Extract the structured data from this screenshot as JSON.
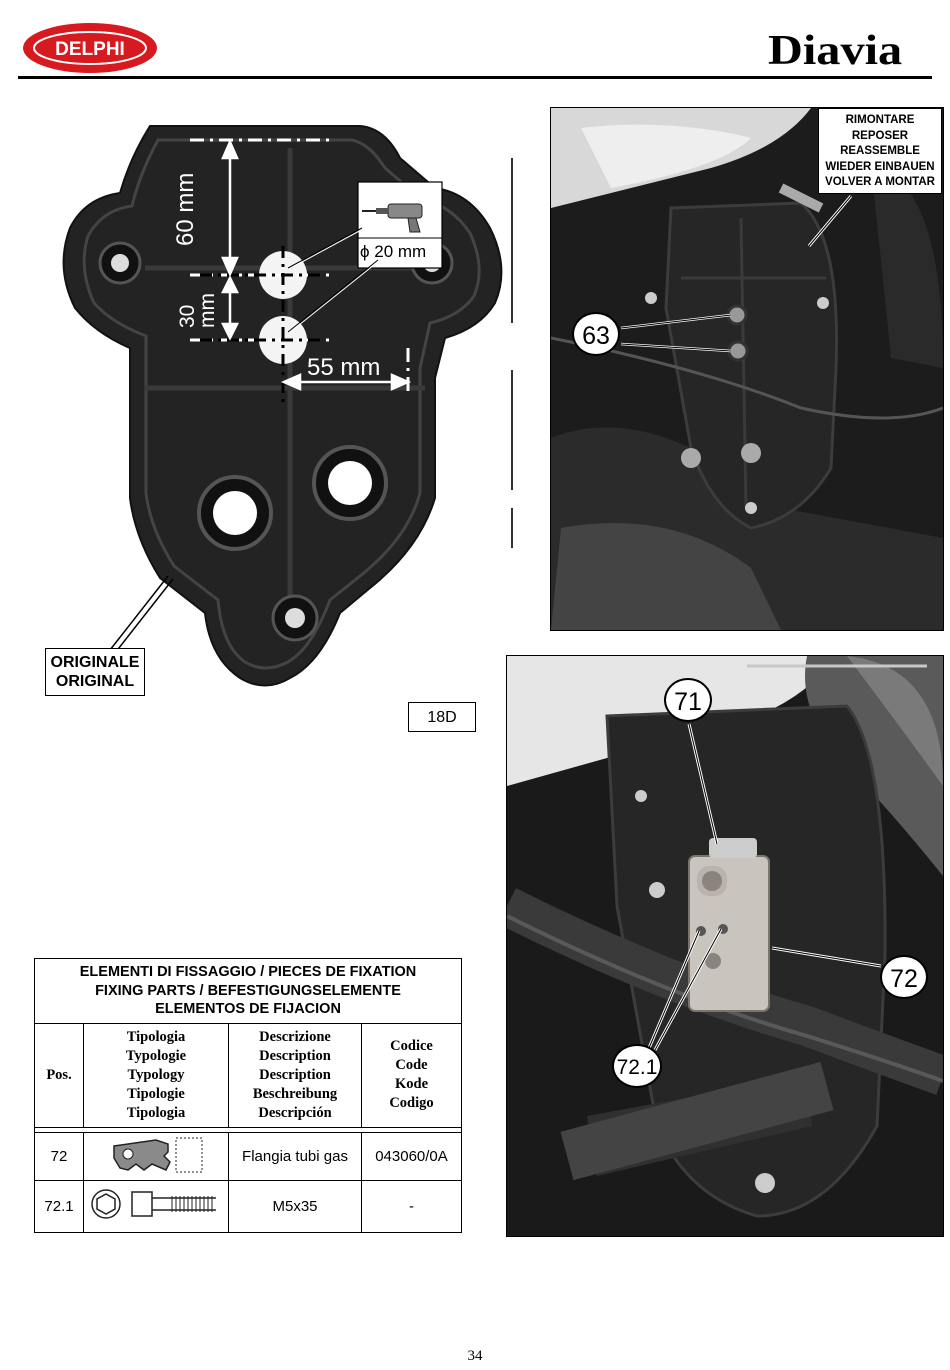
{
  "header": {
    "delphi_logo_text": "DELPHI",
    "diavia_logo_text": "Diavia"
  },
  "figure": {
    "dim_60": "60 mm",
    "dim_30": "30 mm",
    "dim_55": "55 mm",
    "drill_hole": "ϕ 20 mm",
    "originale_line1": "ORIGINALE",
    "originale_line2": "ORIGINAL",
    "ref": "18D"
  },
  "callouts": {
    "rimontare": [
      "RIMONTARE",
      "REPOSER",
      "REASSEMBLE",
      "WIEDER EINBAUEN",
      "VOLVER A MONTAR"
    ],
    "c63": "63",
    "c71": "71",
    "c72": "72",
    "c721": "72.1"
  },
  "table": {
    "title_line1": "ELEMENTI DI FISSAGGIO / PIECES DE FIXATION",
    "title_line2": "FIXING PARTS / BEFESTIGUNGSELEMENTE",
    "title_line3": "ELEMENTOS DE FIJACION",
    "col_pos": "Pos.",
    "col_tipologia": [
      "Tipologia",
      "Typologie",
      "Typology",
      "Tipologie",
      "Tipologia"
    ],
    "col_descrizione": [
      "Descrizione",
      "Description",
      "Description",
      "Beschreibung",
      "Descripción"
    ],
    "col_codice": [
      "Codice",
      "Code",
      "Kode",
      "Codigo"
    ],
    "rows": [
      {
        "pos": "72",
        "descrizione": "Flangia tubi gas",
        "codice": "043060/0A"
      },
      {
        "pos": "72.1",
        "descrizione": "M5x35",
        "codice": "-"
      }
    ]
  },
  "page_number": "34",
  "colors": {
    "delphi_red": "#d71920",
    "photo_dark": "#151515"
  }
}
